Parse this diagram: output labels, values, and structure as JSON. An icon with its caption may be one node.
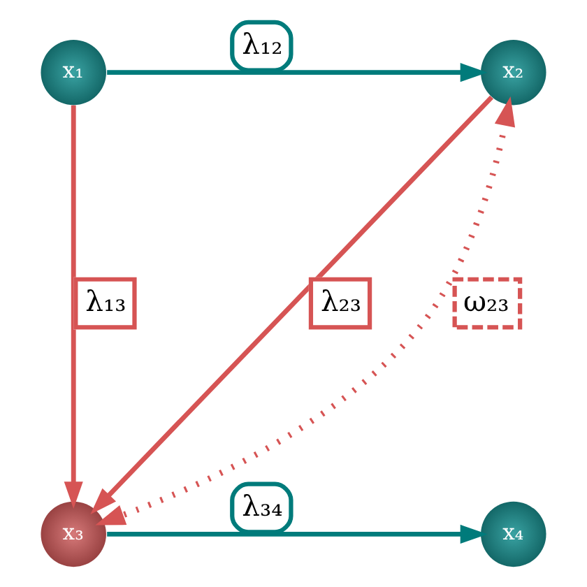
{
  "diagram": {
    "nodes": [
      {
        "text": [
          "x₁"
        ]
      },
      {
        "text": [
          "x₂"
        ]
      },
      {
        "text": [
          "x₃"
        ]
      },
      {
        "text": [
          "x₄"
        ]
      }
    ],
    "edges": [
      {
        "from": 0,
        "to": 1,
        "arrow": "to",
        "label": "λ₁₂",
        "color": "#007b7b"
      },
      {
        "from": 0,
        "to": 2,
        "arrow": "to",
        "label": "λ₁₃"
      },
      {
        "from": 1,
        "to": 2,
        "arrow": "to",
        "label": "λ₂₃"
      },
      {
        "from": 1,
        "to": 2,
        "arrow": "both",
        "label": "ω₂₃",
        "style": "dashed"
      },
      {
        "from": 2,
        "to": 3,
        "arrow": "to",
        "label": "λ₃₄",
        "color": "#007b7b"
      }
    ]
  }
}
